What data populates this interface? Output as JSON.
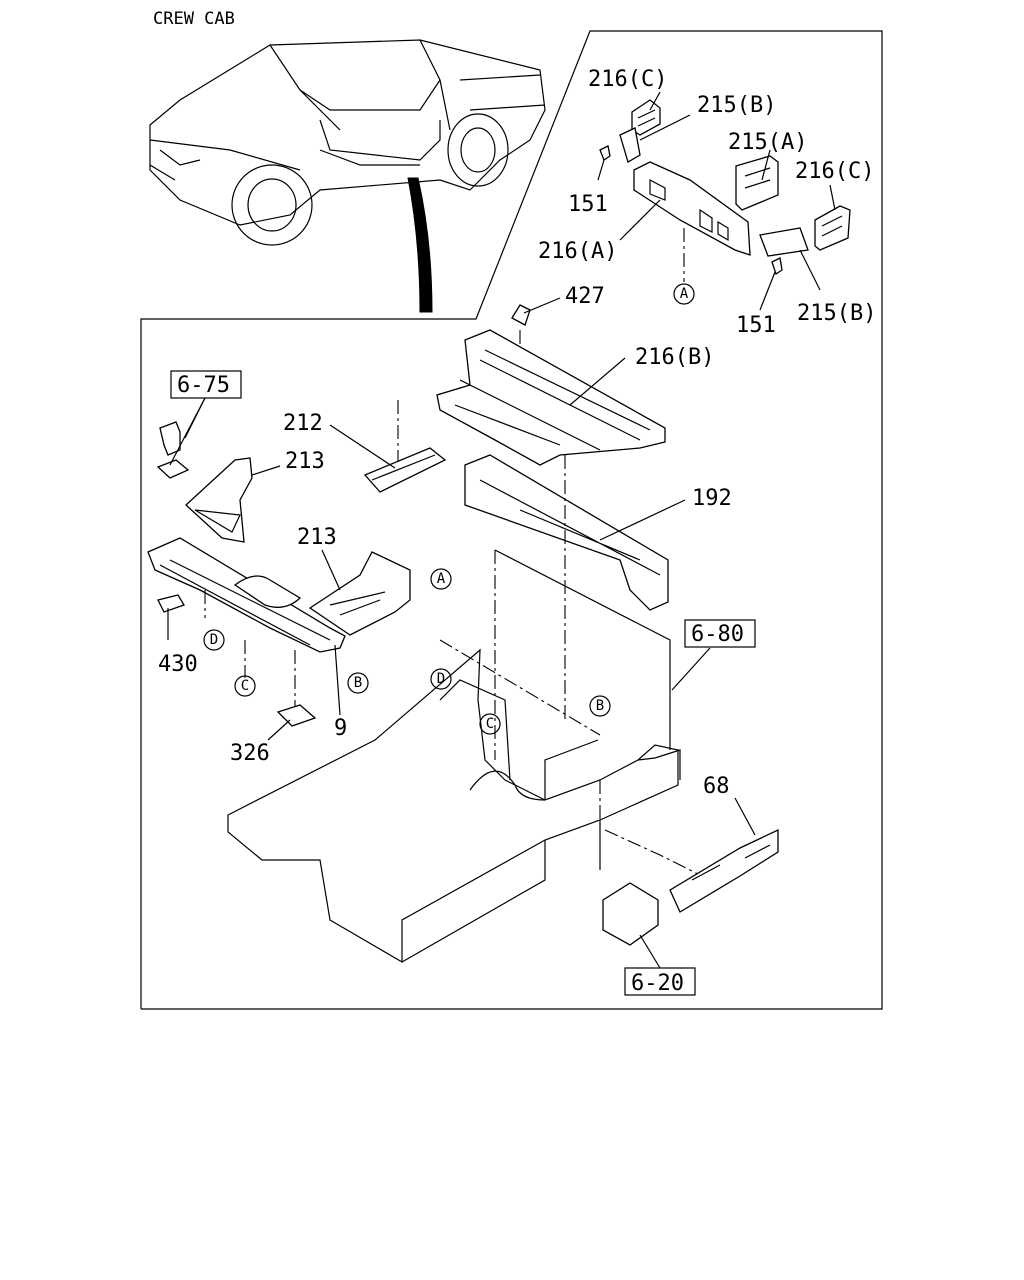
{
  "header": {
    "view_label": "CREW CAB"
  },
  "colors": {
    "ink": "#000000",
    "paper": "#ffffff"
  },
  "part_labels": {
    "p216c_top": "216(C)",
    "p215b_top": "215(B)",
    "p215a": "215(A)",
    "p216c_right": "216(C)",
    "p151_left": "151",
    "p216a": "216(A)",
    "p151_bottom": "151",
    "p215b_bottom": "215(B)",
    "p427": "427",
    "p216b": "216(B)",
    "p212": "212",
    "p213_upper": "213",
    "p192": "192",
    "p213_lower": "213",
    "p430": "430",
    "p9": "9",
    "p326": "326",
    "p68": "68"
  },
  "reference_boxes": {
    "ref_6_75": "6-75",
    "ref_6_80": "6-80",
    "ref_6_20": "6-20"
  },
  "callouts": {
    "a_top": "A",
    "a_main": "A",
    "b_left": "B",
    "b_main": "B",
    "c_left": "C",
    "c_main": "C",
    "d_left": "D",
    "d_main": "D"
  }
}
